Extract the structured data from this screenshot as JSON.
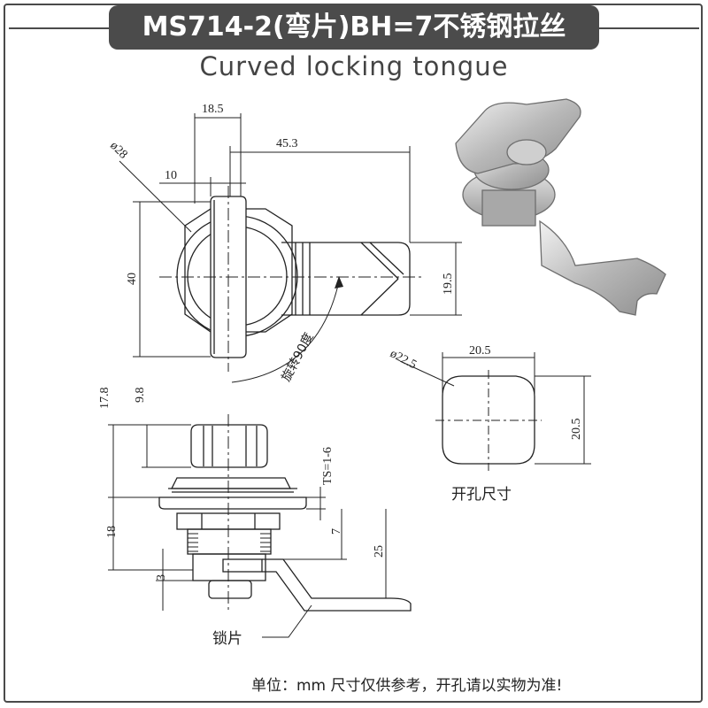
{
  "header": {
    "title": "MS714-2(弯片)BH=7不锈钢拉丝",
    "subtitle": "Curved locking tongue"
  },
  "top_view": {
    "dims": {
      "d18_5": "18.5",
      "d45_3": "45.3",
      "d10": "10",
      "dia28": "ø28",
      "d40": "40",
      "d19_5": "19.5",
      "rotation": "旋转90度"
    }
  },
  "side_view": {
    "dims": {
      "d17_8": "17.8",
      "d9_8": "9.8",
      "ts": "TS=1-6",
      "d18": "18",
      "d7": "7",
      "d25": "25",
      "d3": "3"
    },
    "tongue_label": "锁片"
  },
  "cutout": {
    "dims": {
      "w20_5": "20.5",
      "h20_5": "20.5",
      "dia22_5": "ø22.5"
    },
    "label": "开孔尺寸"
  },
  "footer": {
    "note": "单位：mm   尺寸仅供参考，开孔请以实物为准!"
  },
  "colors": {
    "header_bg": "#4b4b4b",
    "line": "#222222"
  }
}
